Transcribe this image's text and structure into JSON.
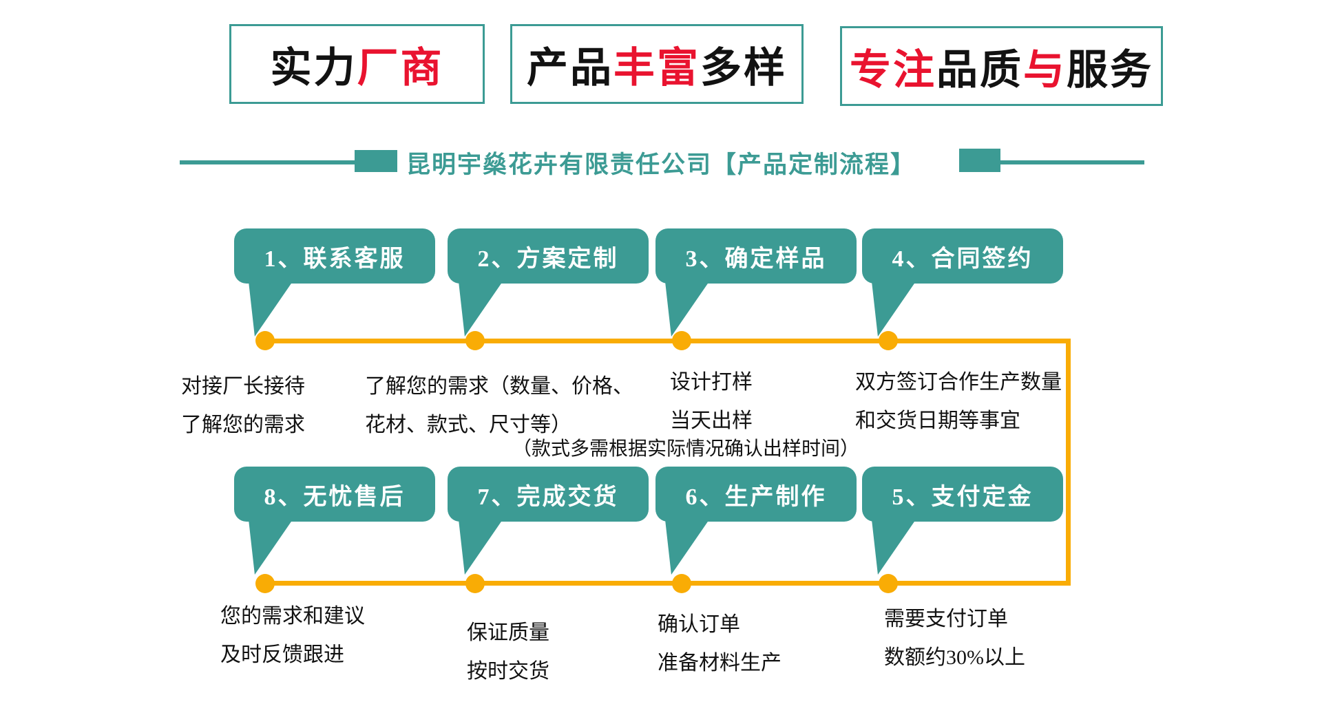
{
  "colors": {
    "teal": "#3C9B94",
    "red": "#E9132F",
    "orange": "#F9AC05",
    "ink": "#121212"
  },
  "badges": [
    {
      "segments": [
        {
          "text": "实力"
        },
        {
          "text": "厂商"
        }
      ]
    },
    {
      "segments": [
        {
          "text": "产品"
        },
        {
          "text": "丰富"
        },
        {
          "text": "多样"
        }
      ]
    },
    {
      "segments": [
        {
          "text": "专注"
        },
        {
          "text": "品质"
        },
        {
          "text": "与"
        },
        {
          "text": "服务"
        }
      ]
    }
  ],
  "title": {
    "text": "昆明宇燊花卉有限责任公司【产品定制流程】"
  },
  "note": "（款式多需根据实际情况确认出样时间）",
  "steps": {
    "top": [
      {
        "label": "1、联系客服",
        "desc_line1": "对接厂长接待",
        "desc_line2": "了解您的需求"
      },
      {
        "label": "2、方案定制",
        "desc_line1": "了解您的需求（数量、价格、",
        "desc_line2": "花材、款式、尺寸等）"
      },
      {
        "label": "3、确定样品",
        "desc_line1": "设计打样",
        "desc_line2": "当天出样"
      },
      {
        "label": "4、合同签约",
        "desc_line1": "双方签订合作生产数量",
        "desc_line2": "和交货日期等事宜"
      }
    ],
    "bottom": [
      {
        "label": "8、无忧售后",
        "desc_line1": "您的需求和建议",
        "desc_line2": "及时反馈跟进"
      },
      {
        "label": "7、完成交货",
        "desc_line1": "保证质量",
        "desc_line2": "按时交货"
      },
      {
        "label": "6、生产制作",
        "desc_line1": "确认订单",
        "desc_line2": "准备材料生产"
      },
      {
        "label": "5、支付定金",
        "desc_line1": "需要支付订单",
        "desc_line2": "数额约30%以上"
      }
    ]
  }
}
